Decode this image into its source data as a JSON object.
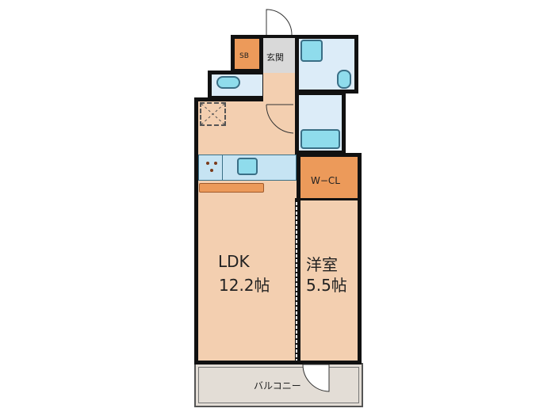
{
  "floor_plan": {
    "rooms": [
      {
        "id": "ldk",
        "name": "LDK",
        "size": "12.2帖"
      },
      {
        "id": "western-room",
        "name": "洋室",
        "size": "5.5帖"
      },
      {
        "id": "walk-in-closet",
        "name": "W−CL"
      },
      {
        "id": "entrance",
        "name": "玄関"
      },
      {
        "id": "shoe-box",
        "name": "SB"
      },
      {
        "id": "balcony",
        "name": "バルコニー"
      }
    ],
    "colors": {
      "living": "#f3cfb0",
      "wet": "#dcecf8",
      "storage": "#ec9a5a",
      "entry": "#d9d9d9",
      "balcony": "#e3ddd6",
      "wall": "#111111"
    }
  }
}
